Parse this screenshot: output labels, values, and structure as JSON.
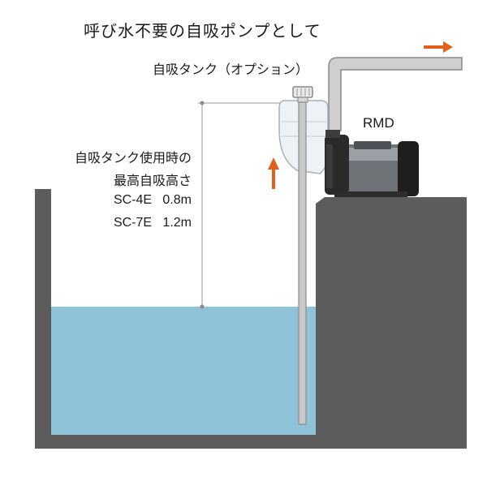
{
  "title": "呼び水不要の自吸ポンプとして",
  "tank_label": "自吸タンク（オプション）",
  "pump_label": "RMD",
  "lift_caption": {
    "line1": "自吸タンク使用時の",
    "line2": "最高自吸高さ",
    "rows": [
      {
        "model": "SC-4E",
        "height": "0.8m"
      },
      {
        "model": "SC-7E",
        "height": "1.2m"
      }
    ]
  },
  "colors": {
    "water": "#8ec3d8",
    "basin": "#5e5e5e",
    "arrow": "#e0601c",
    "pipe": "#c8c8c8"
  }
}
